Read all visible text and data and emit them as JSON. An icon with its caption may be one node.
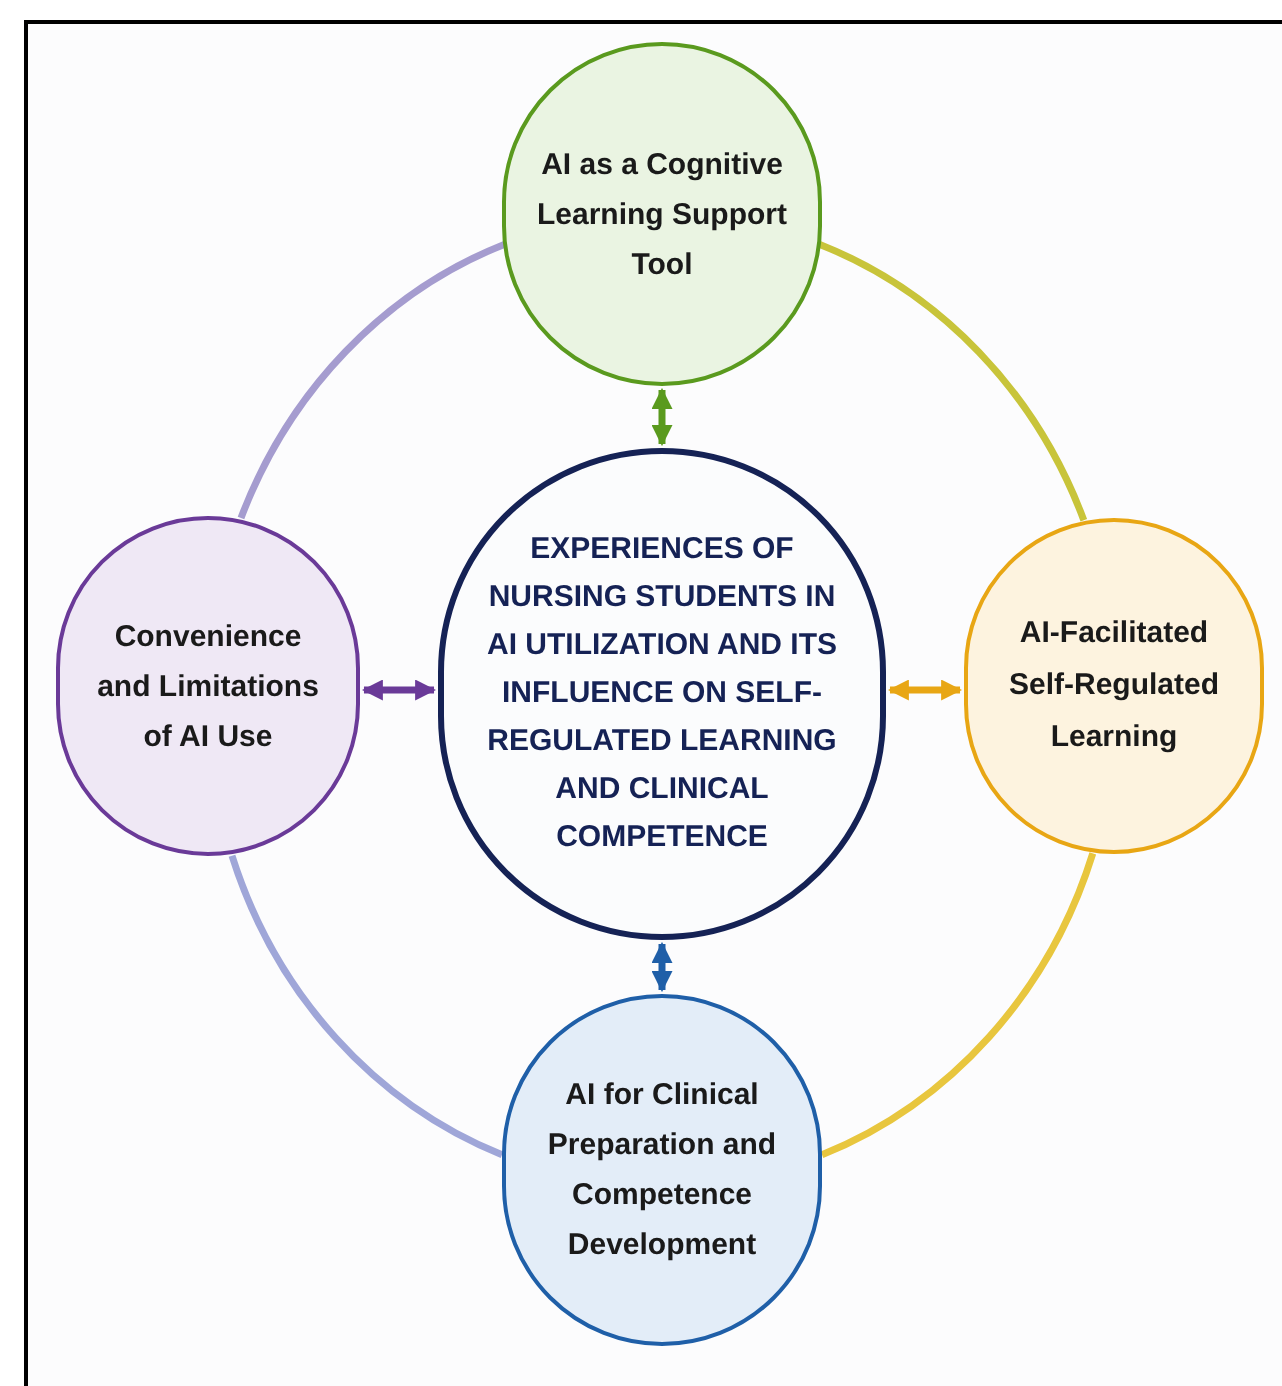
{
  "diagram": {
    "nodes": [
      {
        "text": [
          "AI as a Cognitive Learning Support Tool"
        ]
      },
      {
        "text": [
          "Convenience and Limitations of AI Use"
        ]
      },
      {
        "text": [
          "EXPERIENCES OF NURSING STUDENTS IN AI UTILIZATION AND ITS INFLUENCE ON SELF-REGULATED LEARNING AND CLINICAL COMPETENCE"
        ]
      },
      {
        "text": [
          "AI-Facilitated Self-Regulated Learning"
        ]
      },
      {
        "text": [
          "AI for Clinical Preparation and Competence Development"
        ]
      }
    ],
    "edges": [
      {
        "from": 2,
        "to": 0,
        "arrow": "both",
        "color": "#5a9a1e"
      },
      {
        "from": 2,
        "to": 1,
        "arrow": "both",
        "color": "#6a3a98"
      },
      {
        "from": 2,
        "to": 3,
        "arrow": "both",
        "color": "#e8a614"
      },
      {
        "from": 2,
        "to": 4,
        "arrow": "both",
        "color": "#1f5fa8"
      },
      {
        "from": 0,
        "to": 3,
        "arrow": "none",
        "color": "#c8c43a"
      },
      {
        "from": 3,
        "to": 4,
        "arrow": "none",
        "color": "#e8c63e"
      },
      {
        "from": 4,
        "to": 1,
        "arrow": "none",
        "color": "#9fa6d8"
      },
      {
        "from": 1,
        "to": 0,
        "arrow": "none",
        "color": "#a59ccf"
      }
    ]
  }
}
